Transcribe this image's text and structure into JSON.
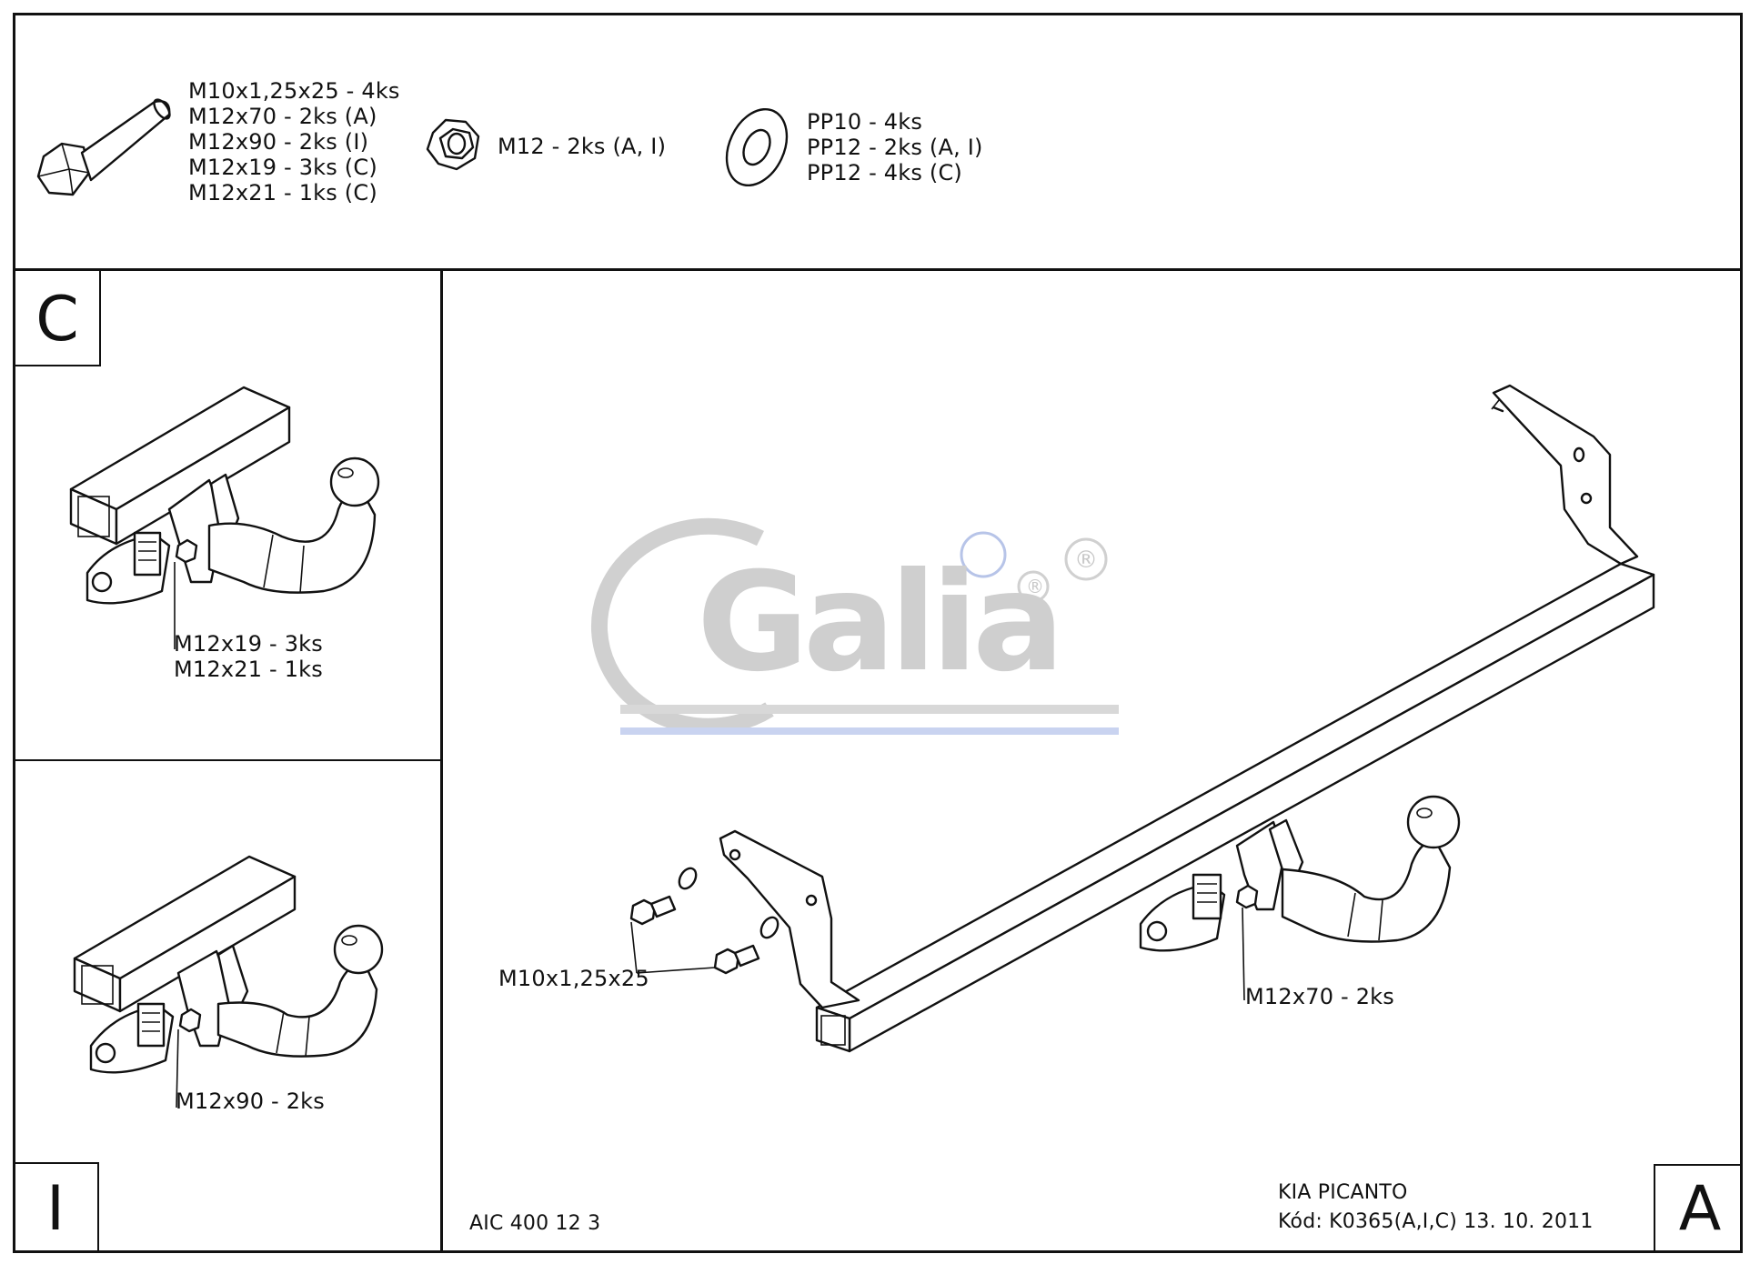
{
  "parts": {
    "bolts": [
      "M10x1,25x25 - 4ks",
      "M12x70 - 2ks (A)",
      "M12x90 - 2ks (I)",
      "M12x19 - 3ks (C)",
      "M12x21 - 1ks (C)"
    ],
    "nut": "M12 - 2ks (A, I)",
    "washers": [
      "PP10 - 4ks",
      "PP12 - 2ks (A, I)",
      "PP12 - 4ks (C)"
    ]
  },
  "variant_c": {
    "letter": "C",
    "callouts": [
      "M12x19 - 3ks",
      "M12x21 - 1ks"
    ]
  },
  "variant_i": {
    "letter": "I",
    "callout": "M12x90 - 2ks"
  },
  "variant_a": {
    "letter": "A",
    "callout_bolt": "M10x1,25x25",
    "callout_mount": "M12x70 - 2ks"
  },
  "footer": {
    "code": "AIC 400 12 3",
    "vehicle": "KIA PICANTO",
    "kod": "Kód: K0365(A,I,C)  13. 10. 2011"
  },
  "watermark": {
    "logo_text": "Galia",
    "colors": {
      "grey": "#c8c8c8",
      "blue": "#b7c4e8"
    }
  }
}
